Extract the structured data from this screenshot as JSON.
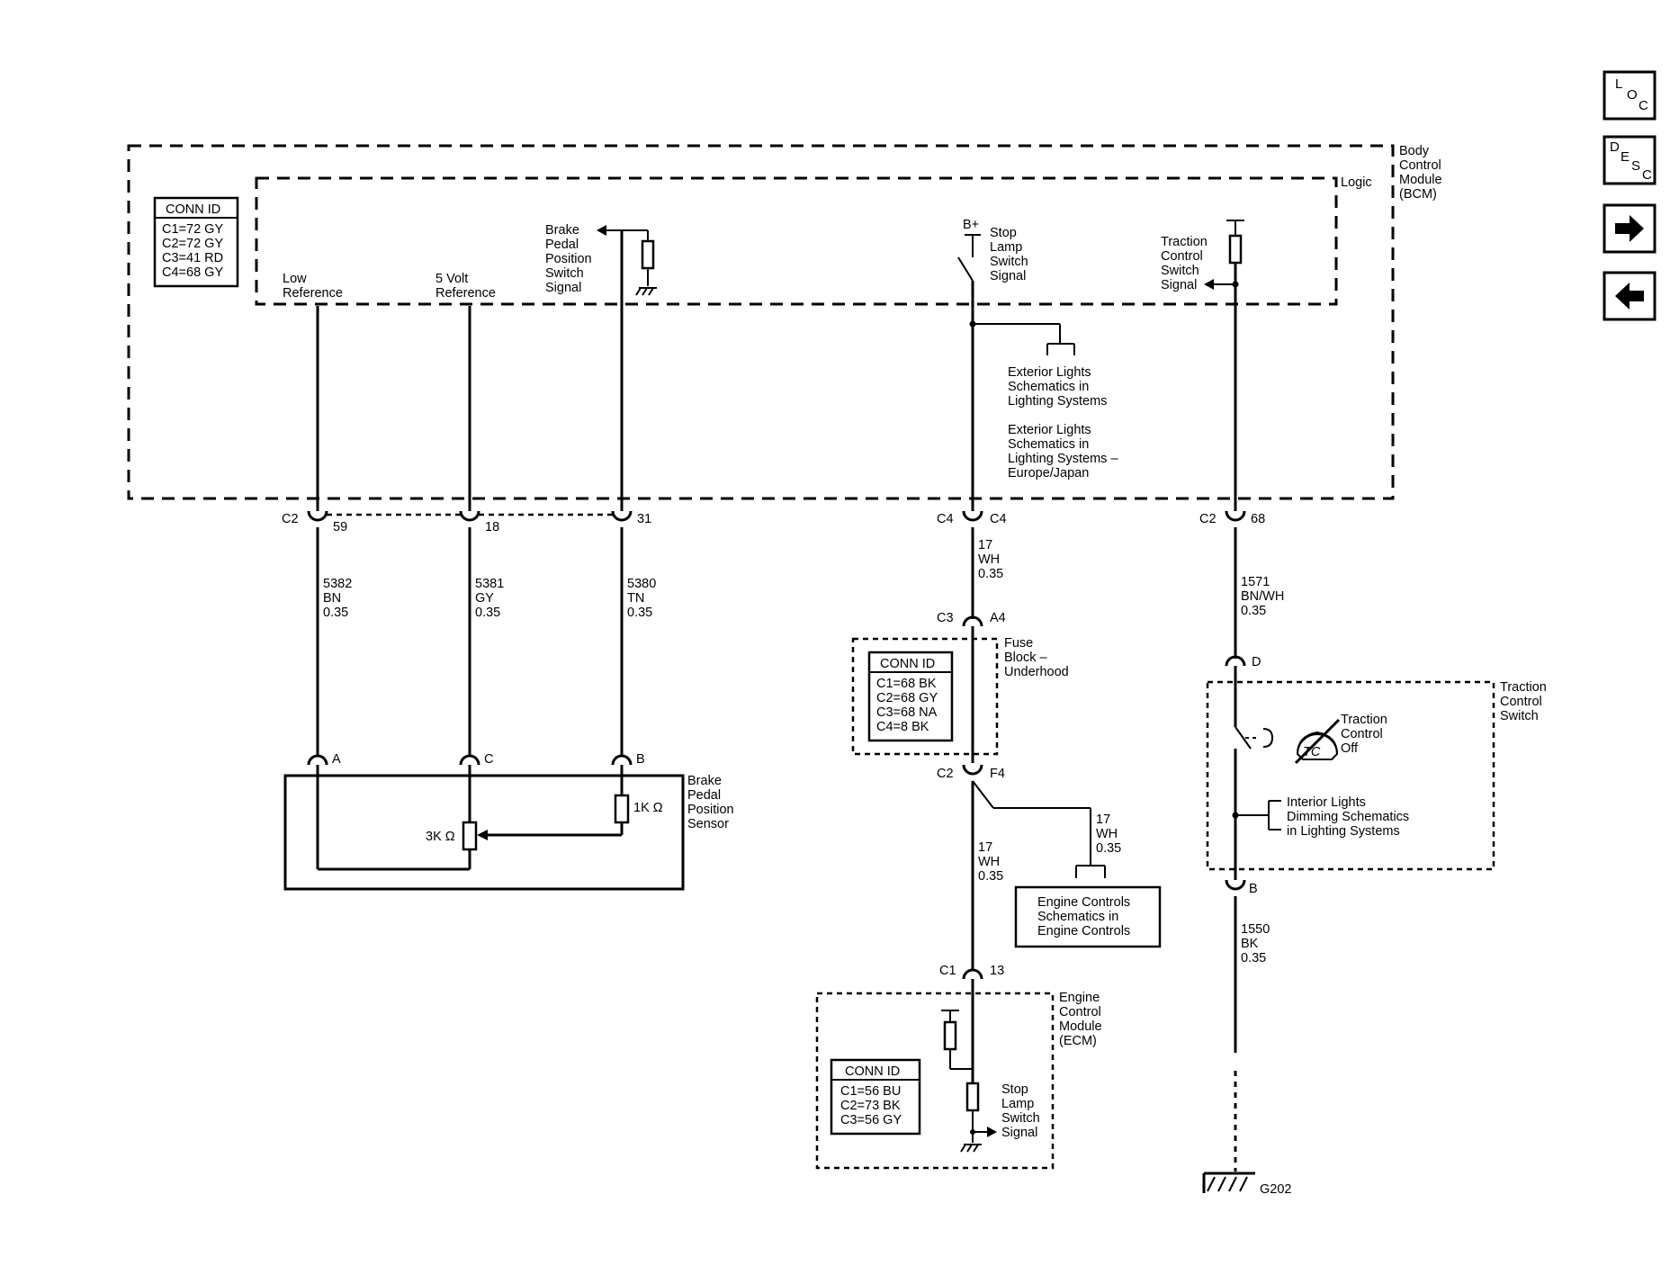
{
  "nav": {
    "loc": [
      "L",
      "O",
      "C"
    ],
    "desc": [
      "D",
      "E",
      "S",
      "C"
    ]
  },
  "bcm": {
    "title": [
      "Body",
      "Control",
      "Module",
      "(BCM)"
    ],
    "logic": "Logic",
    "conn_id": {
      "header": "CONN ID",
      "rows": [
        "C1=72 GY",
        "C2=72 GY",
        "C3=41 RD",
        "C4=68 GY"
      ]
    },
    "low_reference": [
      "Low",
      "Reference"
    ],
    "five_volt_reference": [
      "5 Volt",
      "Reference"
    ],
    "brake_pedal_signal": [
      "Brake",
      "Pedal",
      "Position",
      "Switch",
      "Signal"
    ],
    "b_plus": "B+",
    "stop_lamp_signal": [
      "Stop",
      "Lamp",
      "Switch",
      "Signal"
    ],
    "traction_signal": [
      "Traction",
      "Control",
      "Switch",
      "Signal"
    ],
    "exterior_lights_1": [
      "Exterior Lights",
      "Schematics in",
      "Lighting Systems"
    ],
    "exterior_lights_2": [
      "Exterior Lights",
      "Schematics in",
      "Lighting Systems –",
      "Europe/Japan"
    ]
  },
  "connectors": {
    "c2_left": "C2",
    "pin_59": "59",
    "pin_18": "18",
    "pin_31": "31",
    "c4_left": "C4",
    "c4_right": "C4",
    "c2_right": "C2",
    "pin_68": "68",
    "c3": "C3",
    "a4": "A4",
    "c2_fuse": "C2",
    "f4": "F4",
    "c1": "C1",
    "pin_13": "13",
    "d": "D",
    "b_tcs": "B",
    "sensor_a": "A",
    "sensor_c": "C",
    "sensor_b": "B"
  },
  "wires": {
    "w5382": [
      "5382",
      "BN",
      "0.35"
    ],
    "w5381": [
      "5381",
      "GY",
      "0.35"
    ],
    "w5380": [
      "5380",
      "TN",
      "0.35"
    ],
    "w17_top": [
      "17",
      "WH",
      "0.35"
    ],
    "w17_branch": [
      "17",
      "WH",
      "0.35"
    ],
    "w17_lower": [
      "17",
      "WH",
      "0.35"
    ],
    "w1571": [
      "1571",
      "BN/WH",
      "0.35"
    ],
    "w1550": [
      "1550",
      "BK",
      "0.35"
    ]
  },
  "sensor": {
    "title": [
      "Brake",
      "Pedal",
      "Position",
      "Sensor"
    ],
    "r3k": "3K Ω",
    "r1k": "1K Ω"
  },
  "fuse_block": {
    "title": [
      "Fuse",
      "Block –",
      "Underhood"
    ],
    "conn_id": {
      "header": "CONN ID",
      "rows": [
        "C1=68 BK",
        "C2=68 GY",
        "C3=68 NA",
        "C4=8 BK"
      ]
    }
  },
  "engine_controls": [
    "Engine Controls",
    "Schematics in",
    "Engine Controls"
  ],
  "ecm": {
    "title": [
      "Engine",
      "Control",
      "Module",
      "(ECM)"
    ],
    "conn_id": {
      "header": "CONN ID",
      "rows": [
        "C1=56 BU",
        "C2=73 BK",
        "C3=56 GY"
      ]
    },
    "signal": [
      "Stop",
      "Lamp",
      "Switch",
      "Signal"
    ]
  },
  "traction_switch": {
    "title": [
      "Traction",
      "Control",
      "Switch"
    ],
    "icon_text": "TC",
    "off_label": [
      "Traction",
      "Control",
      "Off"
    ],
    "dimming": [
      "Interior Lights",
      "Dimming Schematics",
      "in Lighting Systems"
    ]
  },
  "ground": "G202"
}
